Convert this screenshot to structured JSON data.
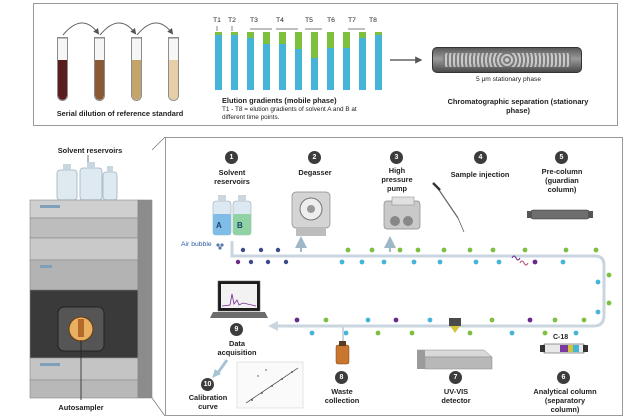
{
  "top": {
    "dilution_caption": "Serial dilution of reference standard",
    "time_labels": [
      "T1",
      "T2",
      "T3",
      "T4",
      "T5",
      "T6",
      "T7",
      "T8"
    ],
    "gradient_title": "Elution gradients (mobile phase)",
    "gradient_desc_line1": "T1 - T8 = elution gradients of solvent A and B at",
    "gradient_desc_line2": "different time points.",
    "column_caption": "5 μm stationary phase",
    "separation_line1": "Chromatographic separation (stationary",
    "separation_line2": "phase)",
    "tube_colors": [
      "#5a1d1d",
      "#8a5a35",
      "#c5a46c",
      "#e6cfa6"
    ],
    "gradient_fractions": [
      0.95,
      0.9,
      0.8,
      0.7,
      0.55,
      0.72,
      0.9,
      0.95
    ],
    "solvent_a_color": "#46b3d9",
    "solvent_b_color": "#7fbf3f"
  },
  "left": {
    "reservoirs_label": "Solvent reservoirs",
    "autosampler_label": "Autosampler"
  },
  "main": {
    "steps": [
      {
        "num": "1",
        "line1": "Solvent",
        "line2": "reservoirs",
        "line3": ""
      },
      {
        "num": "2",
        "line1": "Degasser",
        "line2": "",
        "line3": ""
      },
      {
        "num": "3",
        "line1": "High",
        "line2": "pressure",
        "line3": "pump"
      },
      {
        "num": "4",
        "line1": "Sample injection",
        "line2": "",
        "line3": ""
      },
      {
        "num": "5",
        "line1": "Pre-column",
        "line2": "(guardian",
        "line3": "column)"
      },
      {
        "num": "6",
        "line1": "Analytical column",
        "line2": "(separatory",
        "line3": "column)"
      },
      {
        "num": "7",
        "line1": "UV-VIS",
        "line2": "detector",
        "line3": ""
      },
      {
        "num": "8",
        "line1": "Waste",
        "line2": "collection",
        "line3": ""
      },
      {
        "num": "9",
        "line1": "Data",
        "line2": "acquisition",
        "line3": ""
      },
      {
        "num": "10",
        "line1": "Calibration",
        "line2": "curve",
        "line3": ""
      }
    ],
    "bottle_a_label": "A",
    "bottle_b_label": "B",
    "air_bubble_label": "Air bubble",
    "c18_label": "C-18"
  }
}
